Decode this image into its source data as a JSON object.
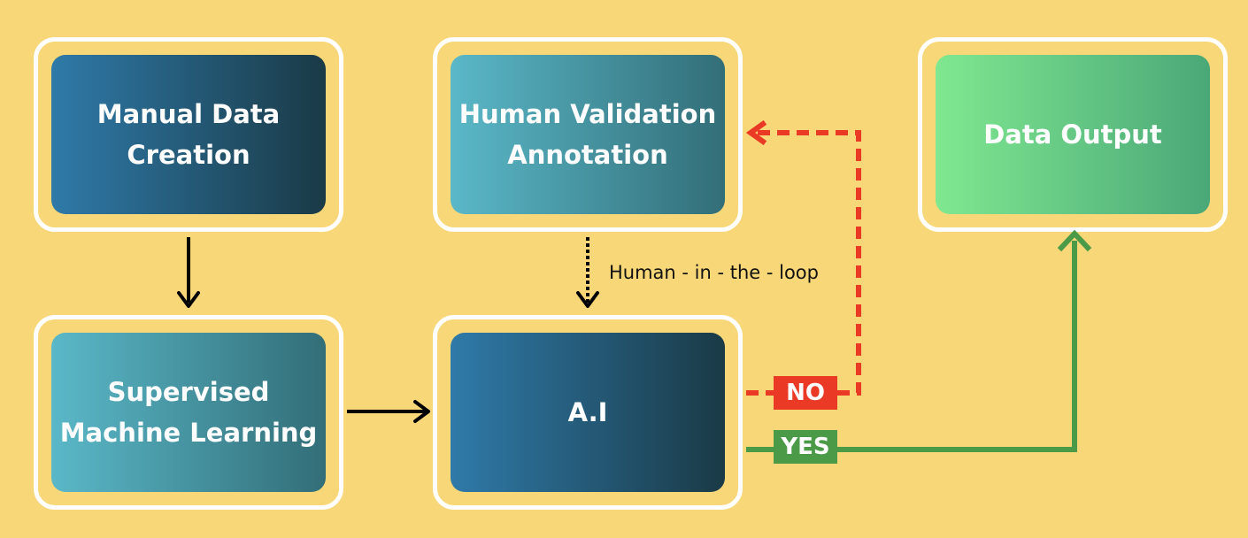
{
  "nodes": {
    "manual": {
      "lines": [
        "Manual Data",
        "Creation"
      ]
    },
    "supervised": {
      "lines": [
        "Supervised",
        "Machine Learning"
      ]
    },
    "human": {
      "lines": [
        "Human Validation",
        "Annotation"
      ]
    },
    "ai": {
      "lines": [
        "A.I"
      ]
    },
    "output": {
      "lines": [
        "Data Output"
      ]
    }
  },
  "edge_labels": {
    "human_in_loop": "Human - in - the - loop",
    "no": "NO",
    "yes": "YES"
  },
  "colors": {
    "background": "#f8d778",
    "no_path": "#ea3a26",
    "yes_path": "#4a9a48",
    "solid_arrow": "#000000"
  }
}
